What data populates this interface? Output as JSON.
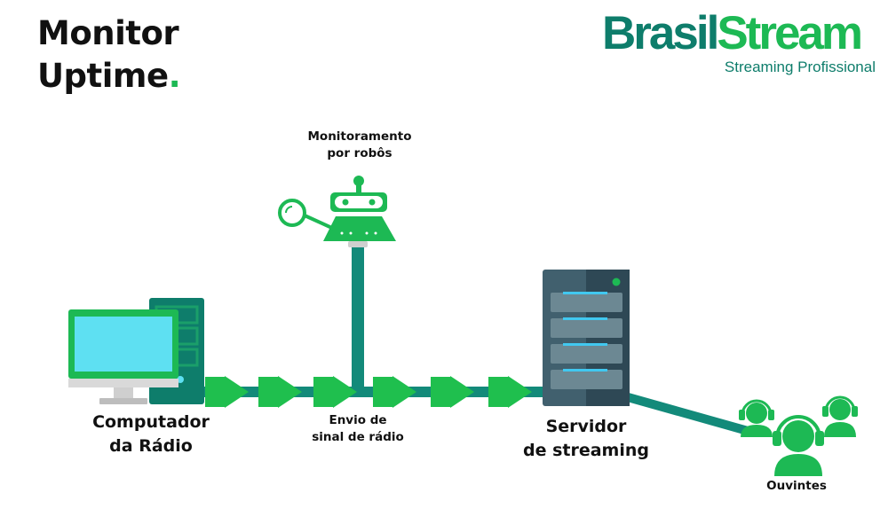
{
  "title": {
    "line1": "Monitor",
    "line2": "Uptime",
    "dot": "."
  },
  "logo": {
    "word1": "Brasil",
    "word2": "Stream",
    "tagline": "Streaming Profissional"
  },
  "nodes": {
    "robot": {
      "line1": "Monitoramento",
      "line2": "por robôs",
      "icon": "robot-magnifier-icon"
    },
    "computer": {
      "line1": "Computador",
      "line2": "da Rádio",
      "icon": "desktop-computer-icon"
    },
    "signal": {
      "line1": "Envio de",
      "line2": "sinal de rádio",
      "icon": "signal-arrows-icon"
    },
    "server": {
      "line1": "Servidor",
      "line2": "de streaming",
      "icon": "server-rack-icon"
    },
    "listeners": {
      "label": "Ouvintes",
      "icon": "headphone-users-icon"
    }
  },
  "colors": {
    "brand_green": "#1db954",
    "teal": "#0e7d6b",
    "line_teal": "#138a7a",
    "screen_cyan": "#5ee0f2",
    "server_slate": "#41606e",
    "text": "#111111"
  }
}
